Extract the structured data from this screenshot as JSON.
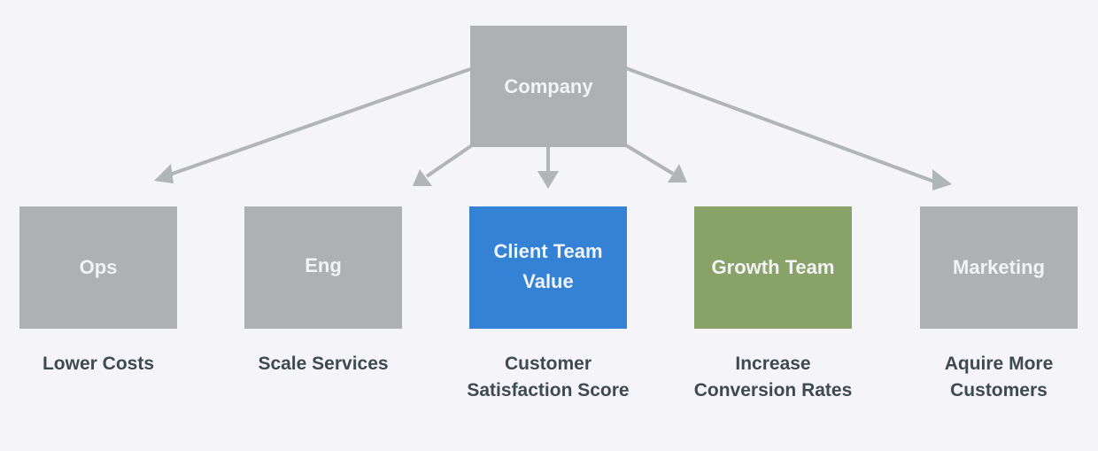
{
  "diagram": {
    "root": {
      "id": "company",
      "label": "Company",
      "color": "#adb1b4"
    },
    "children": [
      {
        "id": "ops",
        "label": "Ops",
        "color": "#adb1b4",
        "goal": "Lower Costs"
      },
      {
        "id": "eng",
        "label": "Eng",
        "color": "#adb1b4",
        "goal": "Scale Services"
      },
      {
        "id": "client-team",
        "label": "Client Team Value",
        "color": "#3482d6",
        "goal": "Customer Satisfaction Score"
      },
      {
        "id": "growth-team",
        "label": "Growth Team",
        "color": "#89a268",
        "goal": "Increase Conversion Rates"
      },
      {
        "id": "marketing",
        "label": "Marketing",
        "color": "#adb1b4",
        "goal": "Aquire More Customers"
      }
    ],
    "edges": [
      {
        "from": "company",
        "to": "ops"
      },
      {
        "from": "company",
        "to": "eng"
      },
      {
        "from": "company",
        "to": "client-team"
      },
      {
        "from": "company",
        "to": "growth-team"
      },
      {
        "from": "company",
        "to": "marketing"
      }
    ],
    "edge_color": "#b0b5b8",
    "caption_color": "#3f4a4c"
  }
}
